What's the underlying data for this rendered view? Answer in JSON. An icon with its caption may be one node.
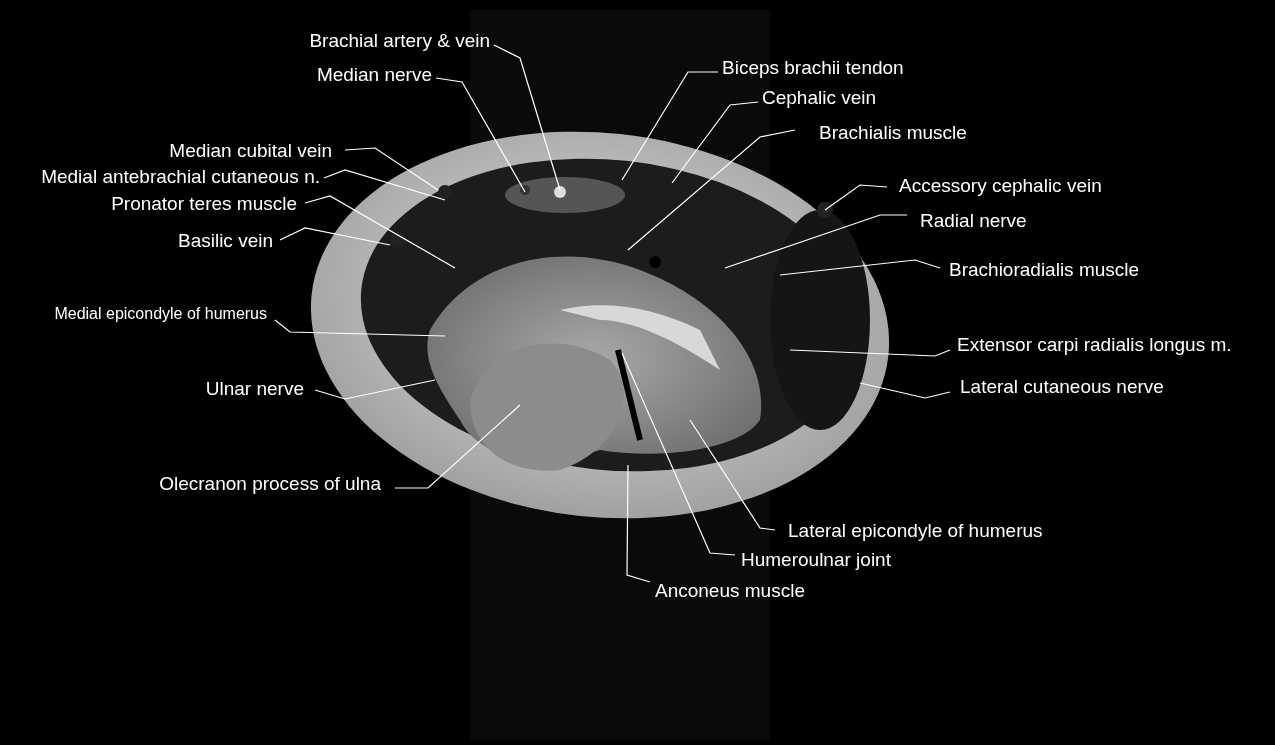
{
  "diagram": {
    "nodes": [
      {
        "text": [
          "Brachial artery & vein"
        ]
      },
      {
        "text": [
          "Median nerve"
        ]
      },
      {
        "text": [
          "Biceps brachii tendon"
        ]
      },
      {
        "text": [
          "Cephalic vein"
        ]
      },
      {
        "text": [
          "Brachialis muscle"
        ]
      },
      {
        "text": [
          "Median cubital vein"
        ]
      },
      {
        "text": [
          "Medial antebrachial cutaneous n."
        ]
      },
      {
        "text": [
          "Pronator teres muscle"
        ]
      },
      {
        "text": [
          "Accessory cephalic vein"
        ]
      },
      {
        "text": [
          "Radial nerve"
        ]
      },
      {
        "text": [
          "Basilic vein"
        ]
      },
      {
        "text": [
          "Brachioradialis muscle"
        ]
      },
      {
        "text": [
          "Medial epicondyle of humerus"
        ]
      },
      {
        "text": [
          "Extensor carpi radialis longus m."
        ]
      },
      {
        "text": [
          "Ulnar nerve"
        ]
      },
      {
        "text": [
          "Lateral cutaneous nerve"
        ]
      },
      {
        "text": [
          "Olecranon process of ulna"
        ]
      },
      {
        "text": [
          "Lateral epicondyle of humerus"
        ]
      },
      {
        "text": [
          "Humeroulnar joint"
        ]
      },
      {
        "text": [
          "Anconeus muscle"
        ]
      }
    ],
    "edges": [
      {
        "from": 0,
        "to": null,
        "arrow": "none"
      },
      {
        "from": 1,
        "to": null,
        "arrow": "none"
      },
      {
        "from": 2,
        "to": null,
        "arrow": "none"
      },
      {
        "from": 3,
        "to": null,
        "arrow": "none"
      },
      {
        "from": 4,
        "to": null,
        "arrow": "none"
      },
      {
        "from": 5,
        "to": null,
        "arrow": "none"
      },
      {
        "from": 6,
        "to": null,
        "arrow": "none"
      },
      {
        "from": 7,
        "to": null,
        "arrow": "none"
      },
      {
        "from": 8,
        "to": null,
        "arrow": "none"
      },
      {
        "from": 9,
        "to": null,
        "arrow": "none"
      },
      {
        "from": 10,
        "to": null,
        "arrow": "none"
      },
      {
        "from": 11,
        "to": null,
        "arrow": "none"
      },
      {
        "from": 12,
        "to": null,
        "arrow": "none"
      },
      {
        "from": 13,
        "to": null,
        "arrow": "none"
      },
      {
        "from": 14,
        "to": null,
        "arrow": "none"
      },
      {
        "from": 15,
        "to": null,
        "arrow": "none"
      },
      {
        "from": 16,
        "to": null,
        "arrow": "none"
      },
      {
        "from": 17,
        "to": null,
        "arrow": "none"
      },
      {
        "from": 18,
        "to": null,
        "arrow": "none"
      },
      {
        "from": 19,
        "to": null,
        "arrow": "none"
      }
    ]
  }
}
